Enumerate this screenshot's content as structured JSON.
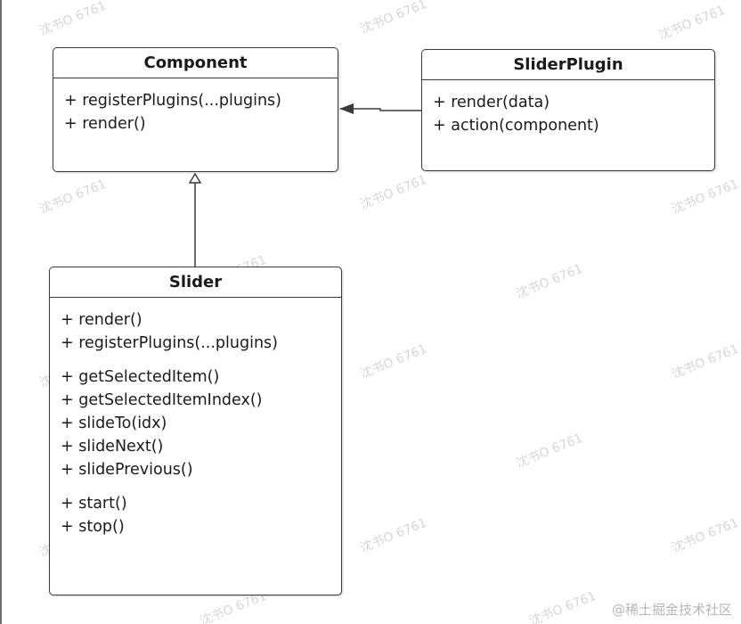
{
  "diagram": {
    "classes": {
      "component": {
        "name": "Component",
        "members": [
          "+ registerPlugins(...plugins)",
          "+ render()"
        ]
      },
      "slider_plugin": {
        "name": "SliderPlugin",
        "members": [
          "+ render(data)",
          "+ action(component)"
        ]
      },
      "slider": {
        "name": "Slider",
        "groups": [
          [
            "+ render()",
            "+ registerPlugins(...plugins)"
          ],
          [
            "+ getSelectedItem()",
            "+ getSelectedItemIndex()",
            "+ slideTo(idx)",
            "+ slideNext()",
            "+ slidePrevious()"
          ],
          [
            "+ start()",
            "+ stop()"
          ]
        ]
      }
    },
    "relations": [
      {
        "from": "SliderPlugin",
        "to": "Component",
        "type": "association"
      },
      {
        "from": "Slider",
        "to": "Component",
        "type": "generalization"
      }
    ],
    "line_color": "#3a3a3a"
  },
  "watermark": {
    "text": "沈书O 6761"
  },
  "footer": {
    "text": "@稀土掘金技术社区"
  }
}
